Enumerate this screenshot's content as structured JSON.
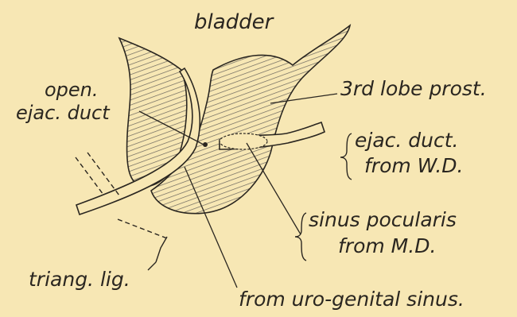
{
  "figure": {
    "colors": {
      "background": "#f7e7b4",
      "ink": "#2a2620",
      "hatch": "#6a655d",
      "urethra_fill": "#f7e7b4"
    },
    "labels": {
      "bladder": "bladder",
      "open_line1": "open.",
      "open_line2": "ejac. duct",
      "third_lobe": "3rd lobe prost.",
      "ejac_duct_line1": "ejac. duct.",
      "ejac_duct_line2": "from W.D.",
      "sinus_line1": "sinus pocularis",
      "sinus_line2": "from M.D.",
      "triang_lig": "triang. lig.",
      "uro_genital": "from uro-genital sinus."
    }
  }
}
